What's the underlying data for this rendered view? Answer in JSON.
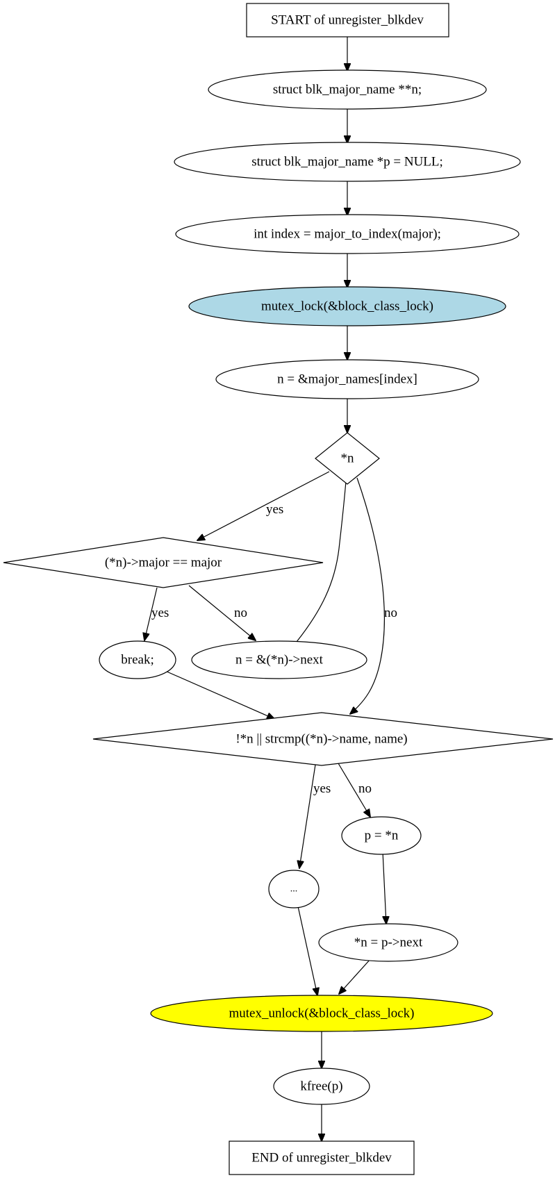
{
  "colors": {
    "background": "#ffffff",
    "default_fill": "#ffffff",
    "lock_fill": "#add8e6",
    "unlock_fill": "#ffff00",
    "stroke": "#000000"
  },
  "nodes": {
    "start": "START of unregister_blkdev",
    "decl_n": "struct blk_major_name **n;",
    "decl_p": "struct blk_major_name *p = NULL;",
    "decl_index": "int index = major_to_index(major);",
    "mutex_lock": "mutex_lock(&block_class_lock)",
    "assign_n": "n = &major_names[index]",
    "cond_n": "*n",
    "cond_major": "(*n)->major == major",
    "break_stmt": "break;",
    "next_n": "n = &(*n)->next",
    "cond_name": "!*n || strcmp((*n)->name, name)",
    "ellipsis": "...",
    "assign_p": "p = *n",
    "assign_next": "*n = p->next",
    "mutex_unlock": "mutex_unlock(&block_class_lock)",
    "kfree": "kfree(p)",
    "end": "END of unregister_blkdev"
  },
  "edge_labels": {
    "n_yes": "yes",
    "n_no": "no",
    "major_yes": "yes",
    "major_no": "no",
    "name_yes": "yes",
    "name_no": "no"
  }
}
